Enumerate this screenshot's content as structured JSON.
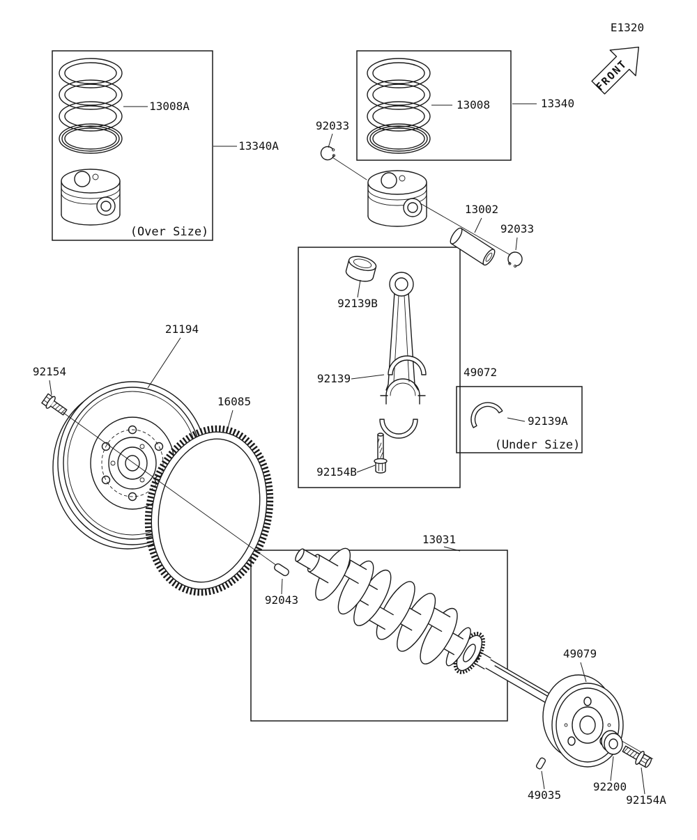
{
  "page": {
    "code": "E1320",
    "front": "FRONT"
  },
  "notes": {
    "oversize": "(Over Size)",
    "undersize": "(Under Size)"
  },
  "colors": {
    "ink": "#1a1a1a",
    "paper": "#ffffff"
  },
  "parts": {
    "piston_rings_os": "13008A",
    "piston_kit_os": "13340A",
    "piston_rings": "13008",
    "piston_kit": "13340",
    "circlip_upper": "92033",
    "circlip_lower": "92033",
    "piston_pin": "13002",
    "conrod_bushing": "92139B",
    "conrod_bearing": "92139",
    "connecting_rod": "49072",
    "conrod_bearing_us": "92139A",
    "conrod_bolt": "92154B",
    "flywheel": "21194",
    "flywheel_bolt": "92154",
    "ring_gear": "16085",
    "dowel_pin": "92043",
    "crankshaft": "13031",
    "pulley": "49079",
    "pin": "49035",
    "washer": "92200",
    "pulley_bolt": "92154A"
  }
}
